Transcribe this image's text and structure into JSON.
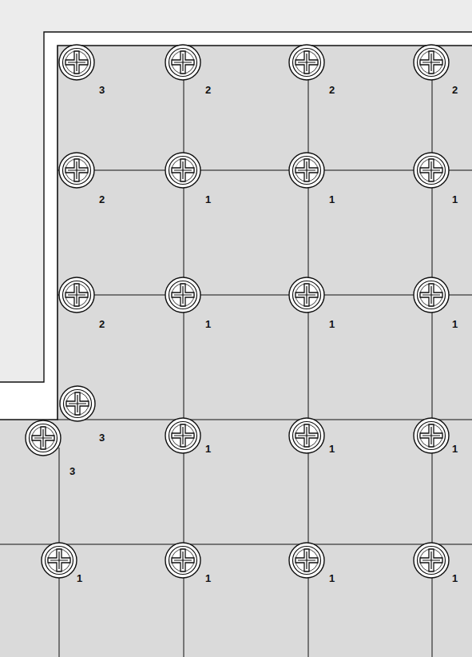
{
  "diagram": {
    "labels": [
      "3",
      "2",
      "2",
      "2",
      "2",
      "1",
      "1",
      "1",
      "2",
      "1",
      "1",
      "1",
      "3",
      "1",
      "1",
      "1",
      "3",
      "1",
      "1",
      "1",
      "1"
    ]
  }
}
